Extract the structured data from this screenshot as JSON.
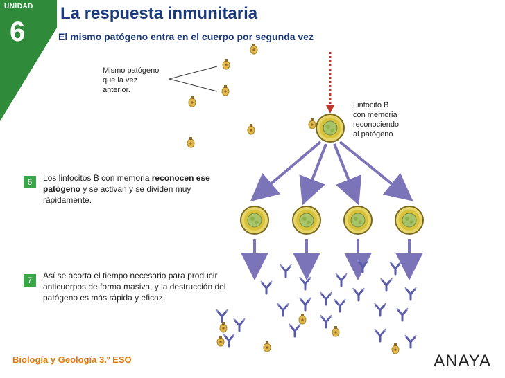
{
  "header": {
    "unit_label": "UNIDAD",
    "unit_number": "6",
    "title": "La respuesta inmunitaria",
    "subtitle": "El mismo patógeno entra en el cuerpo por segunda vez"
  },
  "labels": {
    "pathogen_label_lines": [
      "Mismo patógeno",
      "que la vez",
      "anterior."
    ],
    "lymphocyte_label_lines": [
      "Linfocito B",
      "con memoria",
      "reconociendo",
      "al patógeno"
    ]
  },
  "steps": [
    {
      "number": "6",
      "text_before": "Los linfocitos B con memoria ",
      "text_bold": "reconocen ese patógeno",
      "text_after": " y se activan y se dividen muy rápidamente."
    },
    {
      "number": "7",
      "text": "Así se acorta el tiempo necesario para producir anticuerpos de forma masiva, y la destrucción del patógeno es más rápida y eficaz."
    }
  ],
  "footer": {
    "subject": "Biología y Geología 3.º ESO",
    "publisher": "ANAYA"
  },
  "colors": {
    "unit_green": "#2f8a3a",
    "title_blue": "#1a3a7a",
    "badge_green": "#3aa64a",
    "arrow_purple": "#7b74b8",
    "cell_yellow": "#d8c23a",
    "pathogen_yellow": "#e2b64a",
    "footer_orange": "#e07a10"
  }
}
